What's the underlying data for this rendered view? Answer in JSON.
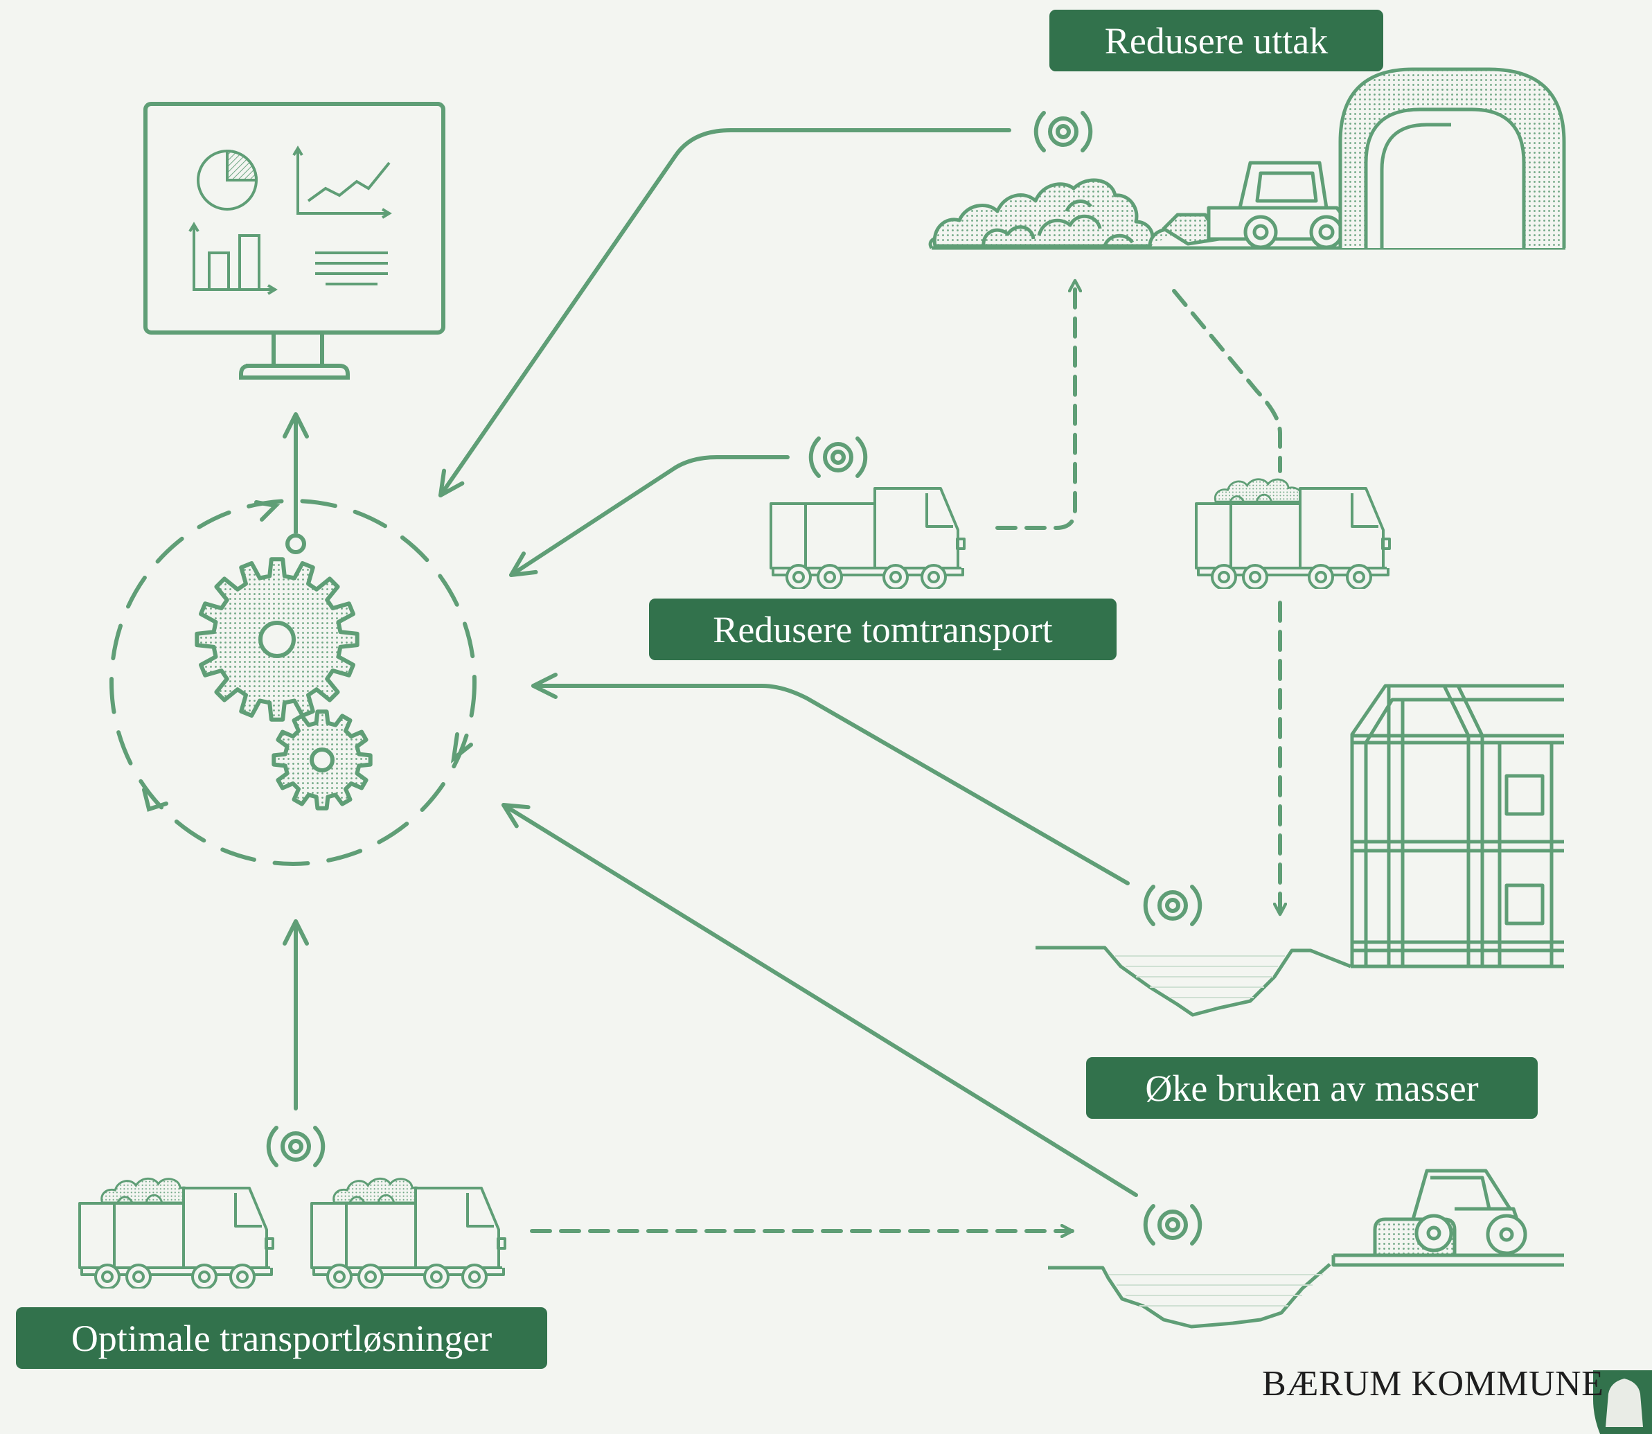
{
  "labels": {
    "reduce_extraction": "Redusere uttak",
    "reduce_empty_transport": "Redusere tomtransport",
    "increase_mass_use": "Øke bruken av masser",
    "optimal_transport": "Optimale transportløsninger"
  },
  "brand": {
    "name": "BÆRUM KOMMUNE"
  },
  "colors": {
    "accent": "#32724c",
    "line": "#5f9e76",
    "background": "#f3f5f1"
  },
  "icons": [
    "monitor-dashboard-icon",
    "gears-icon",
    "sensor-signal-icon",
    "tunnel-icon",
    "rock-pile-icon",
    "wheel-loader-icon",
    "truck-icon",
    "loaded-truck-icon",
    "building-frame-icon",
    "excavation-pit-icon",
    "road-roller-icon",
    "shield-icon"
  ]
}
